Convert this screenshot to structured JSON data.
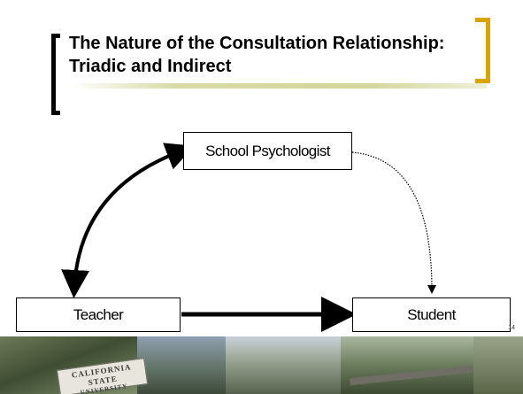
{
  "slide": {
    "title": "The Nature of the Consultation Relationship: Triadic and Indirect",
    "page_number": "14"
  },
  "diagram": {
    "nodes": {
      "school_psychologist": "School Psychologist",
      "teacher": "Teacher",
      "student": "Student"
    },
    "edges": [
      {
        "from": "school_psychologist",
        "to": "teacher",
        "style": "solid-bold",
        "direction": "bidirectional"
      },
      {
        "from": "teacher",
        "to": "student",
        "style": "solid-bold",
        "direction": "forward"
      },
      {
        "from": "school_psychologist",
        "to": "student",
        "style": "dotted",
        "direction": "forward"
      }
    ]
  },
  "footer": {
    "sign_line1": "CALIFORNIA STATE",
    "sign_line2": "UNIVERSITY"
  },
  "colors": {
    "title_text": "#000000",
    "left_bracket": "#000000",
    "right_bracket": "#d9a400",
    "underline": "#d2d69a"
  }
}
